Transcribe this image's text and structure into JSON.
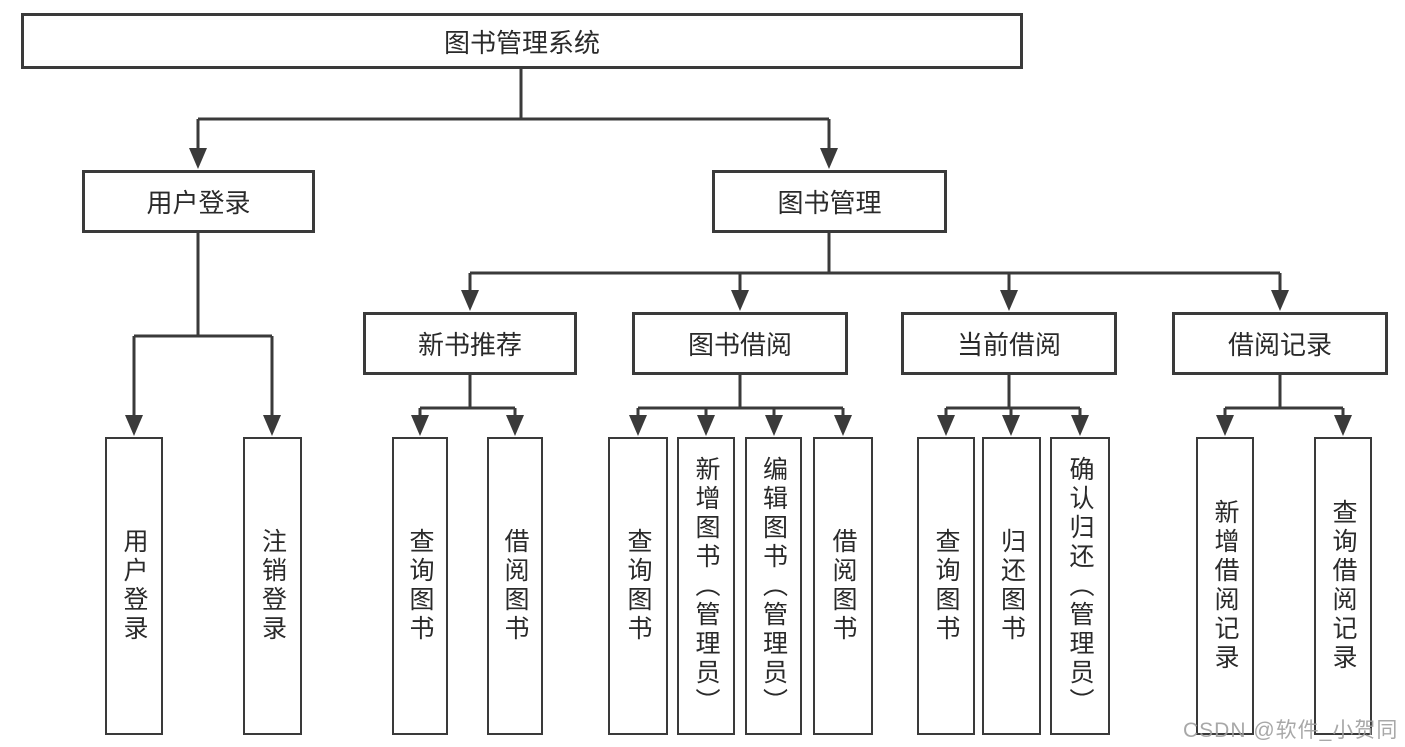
{
  "diagram": {
    "root": {
      "label": "图书管理系统",
      "children": [
        {
          "label": "用户登录",
          "children": [
            {
              "label": "用户登录"
            },
            {
              "label": "注销登录"
            }
          ]
        },
        {
          "label": "图书管理",
          "children": [
            {
              "label": "新书推荐",
              "children": [
                {
                  "label": "查询图书"
                },
                {
                  "label": "借阅图书"
                }
              ]
            },
            {
              "label": "图书借阅",
              "children": [
                {
                  "label": "查询图书"
                },
                {
                  "label": "新增图书（管理员）"
                },
                {
                  "label": "编辑图书（管理员）"
                },
                {
                  "label": "借阅图书"
                }
              ]
            },
            {
              "label": "当前借阅",
              "children": [
                {
                  "label": "查询图书"
                },
                {
                  "label": "归还图书"
                },
                {
                  "label": "确认归还（管理员）"
                }
              ]
            },
            {
              "label": "借阅记录",
              "children": [
                {
                  "label": "新增借阅记录"
                },
                {
                  "label": "查询借阅记录"
                }
              ]
            }
          ]
        }
      ]
    },
    "colors": {
      "line": "#3a3a3a",
      "box_border": "#3a3a3a",
      "text": "#2a2a2a",
      "background": "#ffffff",
      "watermark": "#9e9e9e"
    }
  },
  "watermark": {
    "text": "CSDN @软件_小贺同学"
  }
}
